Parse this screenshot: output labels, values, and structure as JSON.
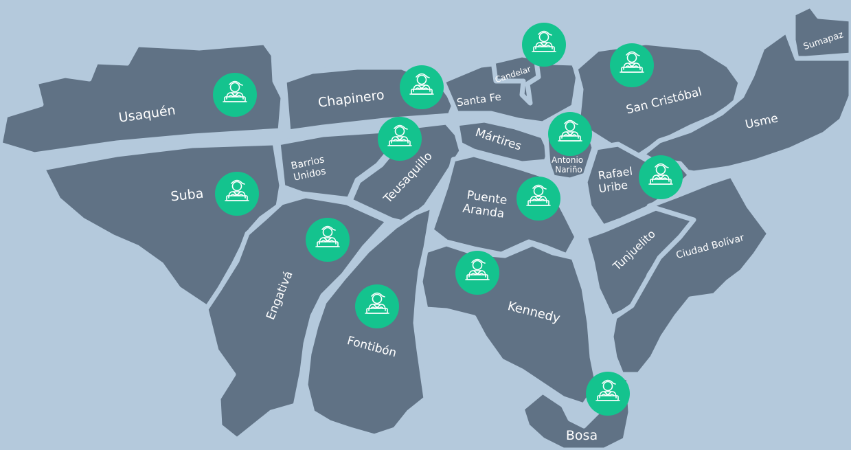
{
  "map": {
    "colors": {
      "background": "#b4c9dc",
      "district": "#607285",
      "marker": "#14c38e",
      "label": "#ffffff"
    },
    "marker_icon": "street-vendor-icon",
    "districts": [
      {
        "id": "usaquen",
        "label": "Usaquén"
      },
      {
        "id": "chapinero",
        "label": "Chapinero"
      },
      {
        "id": "santa-fe",
        "label": "Santa Fe"
      },
      {
        "id": "candelaria",
        "label": "Candelar"
      },
      {
        "id": "sumapaz",
        "label": "Sumapaz"
      },
      {
        "id": "san-cristobal",
        "label": "San Cristóbal"
      },
      {
        "id": "usme",
        "label": "Usme"
      },
      {
        "id": "barrios-unidos",
        "label_line1": "Barrios",
        "label_line2": "Unidos"
      },
      {
        "id": "teusaquillo",
        "label": "Teusaquillo"
      },
      {
        "id": "martires",
        "label": "Mártires"
      },
      {
        "id": "antonio-narino",
        "label_line1": "Antonio",
        "label_line2": "Nariño"
      },
      {
        "id": "rafael-uribe",
        "label_line1": "Rafael",
        "label_line2": "Uribe"
      },
      {
        "id": "suba",
        "label": "Suba"
      },
      {
        "id": "puente-aranda",
        "label_line1": "Puente",
        "label_line2": "Aranda"
      },
      {
        "id": "tunjuelito",
        "label": "Tunjuelito"
      },
      {
        "id": "ciudad-bolivar",
        "label": "Ciudad Bolívar"
      },
      {
        "id": "engativa",
        "label": "Engativá"
      },
      {
        "id": "fontibon",
        "label": "Fontibón"
      },
      {
        "id": "kennedy",
        "label": "Kennedy"
      },
      {
        "id": "bosa",
        "label": "Bosa"
      }
    ]
  }
}
